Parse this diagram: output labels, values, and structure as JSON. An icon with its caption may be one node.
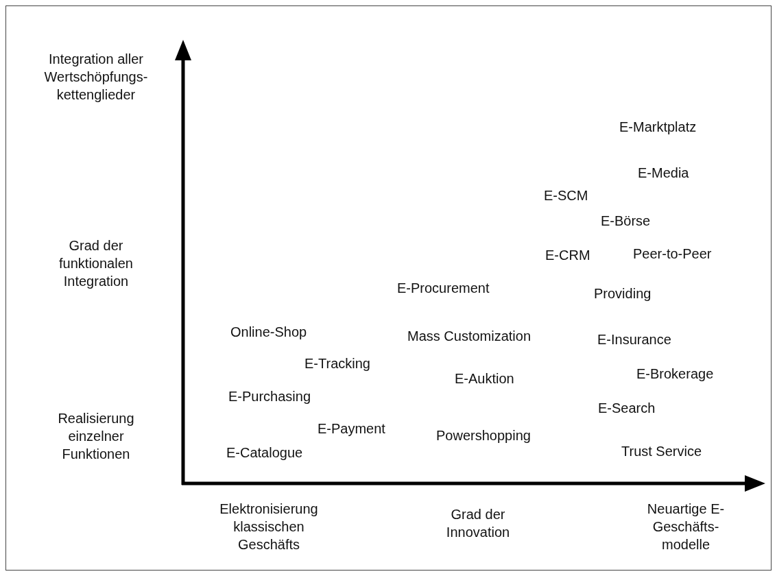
{
  "diagram": {
    "labels": [
      "Integration aller Wertschöpfungs- kettenglieder",
      "E-Marktplatz",
      "E-Media",
      "E-SCM",
      "E-Börse",
      "Grad der funktionalen Integration",
      "E-CRM",
      "Peer-to-Peer",
      "E-Procurement",
      "Providing",
      "Online-Shop",
      "Mass Customization",
      "E-Insurance",
      "E-Tracking",
      "E-Auktion",
      "E-Brokerage",
      "E-Purchasing",
      "E-Search",
      "Realisierung einzelner Funktionen",
      "E-Payment",
      "Powershopping",
      "E-Catalogue",
      "Trust Service",
      "Elektronisierung klassischen Geschäfts",
      "Grad der Innovation",
      "Neuartige E-Geschäfts- modelle"
    ]
  }
}
